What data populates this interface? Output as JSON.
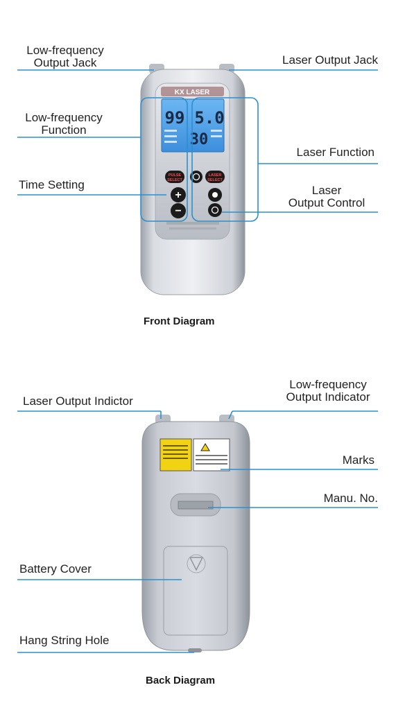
{
  "front": {
    "caption": "Front Diagram",
    "device": {
      "brand": "KX LASER",
      "lcd_left_value": "99",
      "lcd_right_value": "5.0",
      "lcd_timer_value": "30",
      "button_pulse_line1": "PULSE",
      "button_pulse_line2": "SELECT",
      "button_laser_line1": "LASER",
      "button_laser_line2": "SELECT",
      "plus_symbol": "+",
      "minus_symbol": "−"
    },
    "labels": {
      "lf_output_jack_1": "Low-frequency",
      "lf_output_jack_2": "Output Jack",
      "laser_output_jack": "Laser Output Jack",
      "lf_function_1": "Low-frequency",
      "lf_function_2": "Function",
      "laser_function": "Laser Function",
      "time_setting": "Time Setting",
      "laser_output_control_1": "Laser",
      "laser_output_control_2": "Output Control"
    }
  },
  "back": {
    "caption": "Back Diagram",
    "labels": {
      "laser_output_indicator": "Laser Output Indictor",
      "lf_output_indicator_1": "Low-frequency",
      "lf_output_indicator_2": "Output Indicator",
      "marks": "Marks",
      "manu_no": "Manu. No.",
      "battery_cover": "Battery Cover",
      "hang_string_hole": "Hang String Hole"
    }
  },
  "colors": {
    "callout_line": "#2a8fd0",
    "device_silver": "#c9ccd2",
    "lcd_blue": "#4fa2e8",
    "warning_yellow": "#f2d313"
  }
}
